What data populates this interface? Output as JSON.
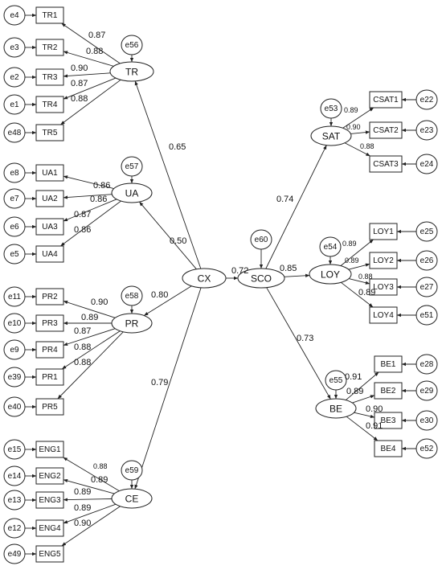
{
  "latent": {
    "TR": "TR",
    "UA": "UA",
    "PR": "PR",
    "CE": "CE",
    "CX": "CX",
    "SCO": "SCO",
    "SAT": "SAT",
    "LOY": "LOY",
    "BE": "BE"
  },
  "indicators": {
    "TR1": "TR1",
    "TR2": "TR2",
    "TR3": "TR3",
    "TR4": "TR4",
    "TR5": "TR5",
    "UA1": "UA1",
    "UA2": "UA2",
    "UA3": "UA3",
    "UA4": "UA4",
    "PR2": "PR2",
    "PR3": "PR3",
    "PR4": "PR4",
    "PR1": "PR1",
    "PR5": "PR5",
    "ENG1": "ENG1",
    "ENG2": "ENG2",
    "ENG3": "ENG3",
    "ENG4": "ENG4",
    "ENG5": "ENG5",
    "CSAT1": "CSAT1",
    "CSAT2": "CSAT2",
    "CSAT3": "CSAT3",
    "LOY1": "LOY1",
    "LOY2": "LOY2",
    "LOY3": "LOY3",
    "LOY4": "LOY4",
    "BE1": "BE1",
    "BE2": "BE2",
    "BE3": "BE3",
    "BE4": "BE4"
  },
  "errors": {
    "e4": "e4",
    "e3": "e3",
    "e2": "e2",
    "e1": "e1",
    "e48": "e48",
    "e8": "e8",
    "e7": "e7",
    "e6": "e6",
    "e5": "e5",
    "e11": "e11",
    "e10": "e10",
    "e9": "e9",
    "e39": "e39",
    "e40": "e40",
    "e15": "e15",
    "e14": "e14",
    "e13": "e13",
    "e12": "e12",
    "e49": "e49",
    "e22": "e22",
    "e23": "e23",
    "e24": "e24",
    "e25": "e25",
    "e26": "e26",
    "e27": "e27",
    "e51": "e51",
    "e28": "e28",
    "e29": "e29",
    "e30": "e30",
    "e52": "e52",
    "e56": "e56",
    "e57": "e57",
    "e58": "e58",
    "e59": "e59",
    "e60": "e60",
    "e53": "e53",
    "e54": "e54",
    "e55": "e55"
  },
  "loadings": {
    "TR1": "0.87",
    "TR2": "0.88",
    "TR3": "0.90",
    "TR4": "0.87",
    "TR5": "0.88",
    "UA1": "0.86",
    "UA2": "0.86",
    "UA3": "0.87",
    "UA4": "0.86",
    "PR2": "0.90",
    "PR3": "0.89",
    "PR4": "0.87",
    "PR1": "0.88",
    "PR5": "0.88",
    "ENG1": "0.88",
    "ENG2": "0.89",
    "ENG3": "0.89",
    "ENG4": "0.89",
    "ENG5": "0.90",
    "CSAT1": "0.89",
    "CSAT2": "0.90",
    "CSAT3": "0.88",
    "LOY1": "0.89",
    "LOY2": "0.89",
    "LOY3": "0.88",
    "LOY4": "0.89",
    "BE1": "0.91",
    "BE2": "0.89",
    "BE3": "0.90",
    "BE4": "0.91"
  },
  "paths": {
    "CX_TR": "0.65",
    "CX_UA": "0.50",
    "CX_PR": "0.80",
    "CX_CE": "0.79",
    "CX_SCO": "0.72",
    "SCO_SAT": "0.74",
    "SCO_LOY": "0.85",
    "SCO_BE": "0.73"
  }
}
